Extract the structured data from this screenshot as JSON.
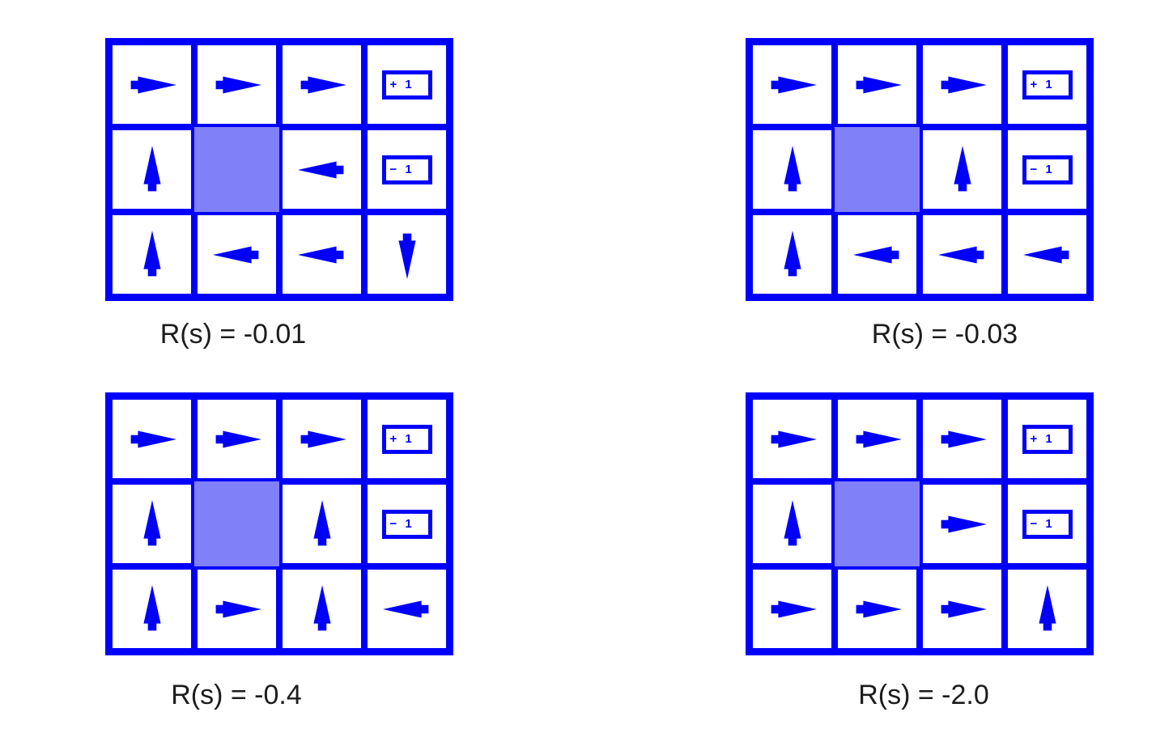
{
  "colors": {
    "grid_blue": "#0000FA",
    "wall_fill": "#8080F8",
    "label_text": "#1c1c1c"
  },
  "terminal_labels": {
    "plus": "+ 1",
    "minus": "− 1"
  },
  "figures": [
    {
      "id": "grid-1",
      "label": "R(s) = -0.01",
      "policy": [
        [
          "right",
          "right",
          "right",
          "plus"
        ],
        [
          "up",
          "wall",
          "left",
          "minus"
        ],
        [
          "up",
          "left",
          "left",
          "down"
        ]
      ]
    },
    {
      "id": "grid-2",
      "label": "R(s) = -0.03",
      "policy": [
        [
          "right",
          "right",
          "right",
          "plus"
        ],
        [
          "up",
          "wall",
          "up",
          "minus"
        ],
        [
          "up",
          "left",
          "left",
          "left"
        ]
      ]
    },
    {
      "id": "grid-3",
      "label": "R(s) = -0.4",
      "policy": [
        [
          "right",
          "right",
          "right",
          "plus"
        ],
        [
          "up",
          "wall",
          "up",
          "minus"
        ],
        [
          "up",
          "right",
          "up",
          "left"
        ]
      ]
    },
    {
      "id": "grid-4",
      "label": "R(s) = -2.0",
      "policy": [
        [
          "right",
          "right",
          "right",
          "plus"
        ],
        [
          "up",
          "wall",
          "right",
          "minus"
        ],
        [
          "right",
          "right",
          "right",
          "up"
        ]
      ]
    }
  ]
}
